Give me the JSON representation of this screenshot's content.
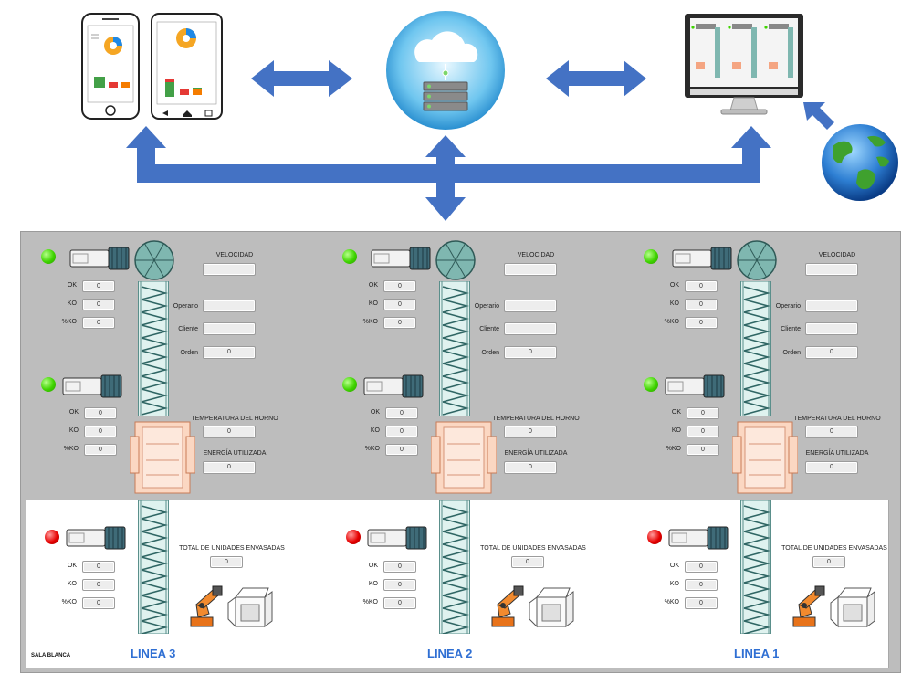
{
  "title": "",
  "lines": [
    {
      "name": "LINEA 3",
      "cam1": {
        "ok": "0",
        "ko": "0",
        "pko": "0"
      },
      "cam2": {
        "ok": "0",
        "ko": "0",
        "pko": "0"
      },
      "cam3": {
        "ok": "0",
        "ko": "0",
        "pko": "0"
      },
      "orden": "0",
      "temperatura": "0",
      "energia": "0",
      "total_unidades": "0"
    },
    {
      "name": "LINEA 2",
      "cam1": {
        "ok": "0",
        "ko": "0",
        "pko": "0"
      },
      "cam2": {
        "ok": "0",
        "ko": "0",
        "pko": "0"
      },
      "cam3": {
        "ok": "0",
        "ko": "0",
        "pko": "0"
      },
      "orden": "0",
      "temperatura": "0",
      "energia": "0",
      "total_unidades": "0"
    },
    {
      "name": "LINEA 1",
      "cam1": {
        "ok": "0",
        "ko": "0",
        "pko": "0"
      },
      "cam2": {
        "ok": "0",
        "ko": "0",
        "pko": "0"
      },
      "cam3": {
        "ok": "0",
        "ko": "0",
        "pko": "0"
      },
      "orden": "0",
      "temperatura": "0",
      "energia": "0",
      "total_unidades": "0"
    }
  ],
  "labels": {
    "ok": "OK",
    "ko": "KO",
    "pko": "%KO",
    "velocidad": "VELOCIDAD",
    "operario": "Operario",
    "cliente": "Cliente",
    "orden": "Orden",
    "temperatura": "TEMPERATURA DEL HORNO",
    "energia": "ENERGÍA UTILIZADA",
    "total": "TOTAL DE UNIDADES ENVASADAS",
    "sala": "SALA BLANCA"
  },
  "colors": {
    "arrow": "#4472c4",
    "panel": "#bdbdbd",
    "led_ok": "#3fd400",
    "led_fail": "#e60000",
    "linea_text": "#2f6fd3"
  },
  "icons": {
    "devices": [
      "smartphone-icon",
      "tablet-icon"
    ],
    "cloud": "cloud-server-icon",
    "monitor": "monitor-icon",
    "globe": "globe-icon"
  }
}
